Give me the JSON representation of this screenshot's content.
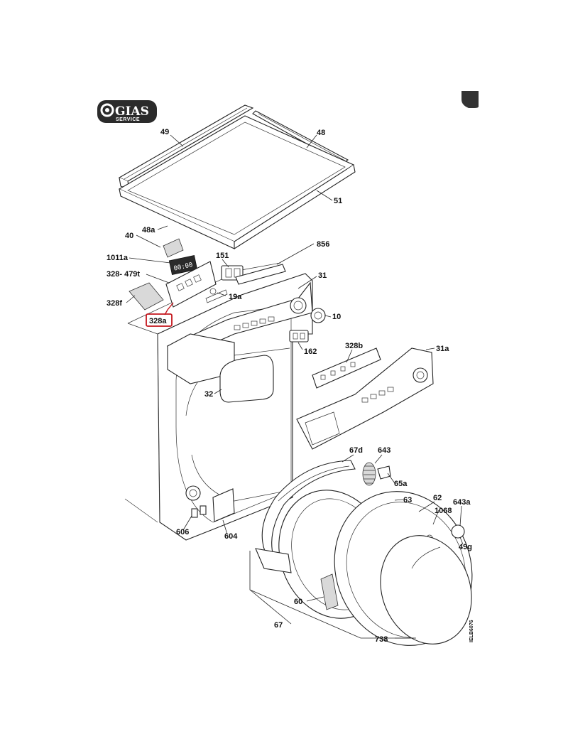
{
  "logo": {
    "brand": "GIAS",
    "tagline": "SERVICE"
  },
  "drawing_code": "IELB6076",
  "highlight_color": "#c4161c",
  "display_digits": "00:00",
  "labels": {
    "p49": "49",
    "p48": "48",
    "p51": "51",
    "p48a": "48a",
    "p40": "40",
    "p1011a": "1011a",
    "p151": "151",
    "p856": "856",
    "p328_479t": "328- 479t",
    "p31": "31",
    "p328f": "328f",
    "p19a": "19a",
    "p328a": "328a",
    "p10": "10",
    "p162": "162",
    "p328b": "328b",
    "p31a": "31a",
    "p32": "32",
    "p67d": "67d",
    "p643": "643",
    "p65a": "65a",
    "p63": "63",
    "p62": "62",
    "p1068": "1068",
    "p643a": "643a",
    "p49g": "49g",
    "p606": "606",
    "p604": "604",
    "p60": "60",
    "p67": "67",
    "p738": "738"
  }
}
